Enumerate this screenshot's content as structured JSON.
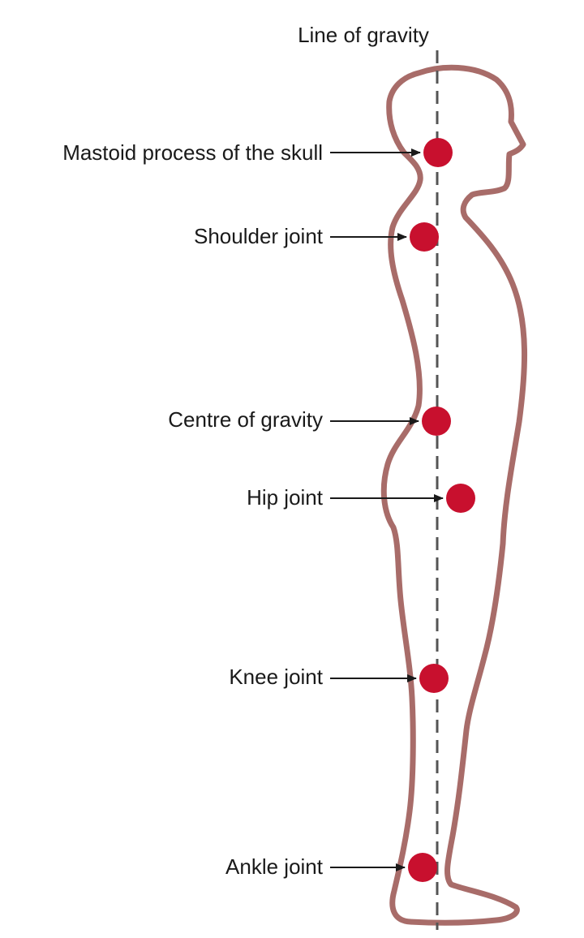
{
  "diagram": {
    "title": "Line of gravity",
    "colors": {
      "body_outline": "#a86c69",
      "joint_marker": "#c8102e",
      "gravity_line": "#555555",
      "text": "#1a1a1a"
    },
    "labels": {
      "mastoid": "Mastoid process of the skull",
      "shoulder": "Shoulder joint",
      "centre_of_gravity": "Centre of gravity",
      "hip": "Hip joint",
      "knee": "Knee joint",
      "ankle": "Ankle joint"
    }
  }
}
